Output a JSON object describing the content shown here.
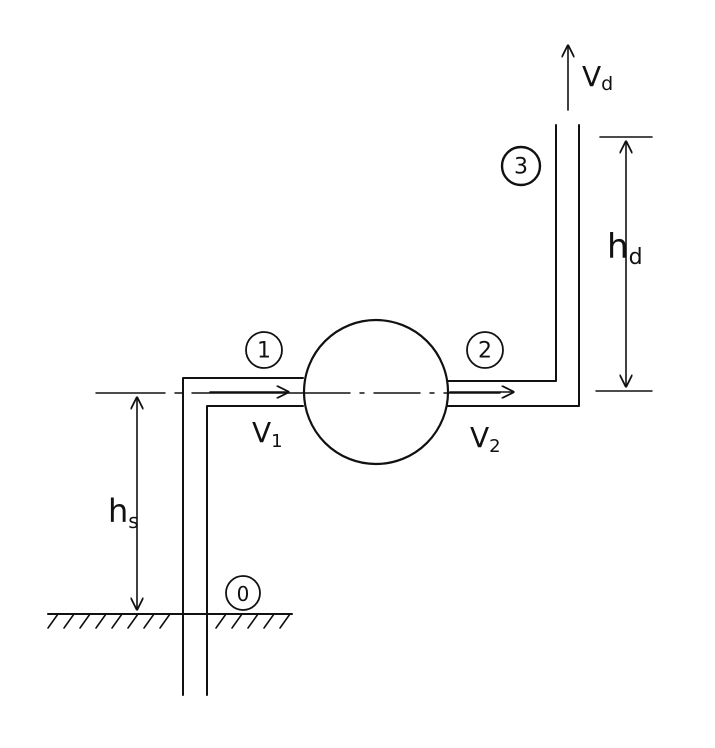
{
  "labels": {
    "vd": {
      "main": "V",
      "sub": "d"
    },
    "hd": {
      "main": "h",
      "sub": "d"
    },
    "hs": {
      "main": "h",
      "sub": "s"
    },
    "v1": {
      "main": "V",
      "sub": "1"
    },
    "v2": {
      "main": "V",
      "sub": "2"
    }
  },
  "stations": {
    "s0": "0",
    "s1": "1",
    "s2": "2",
    "s3": "3"
  },
  "colors": {
    "ink": "#111111",
    "paper": "#ffffff"
  }
}
